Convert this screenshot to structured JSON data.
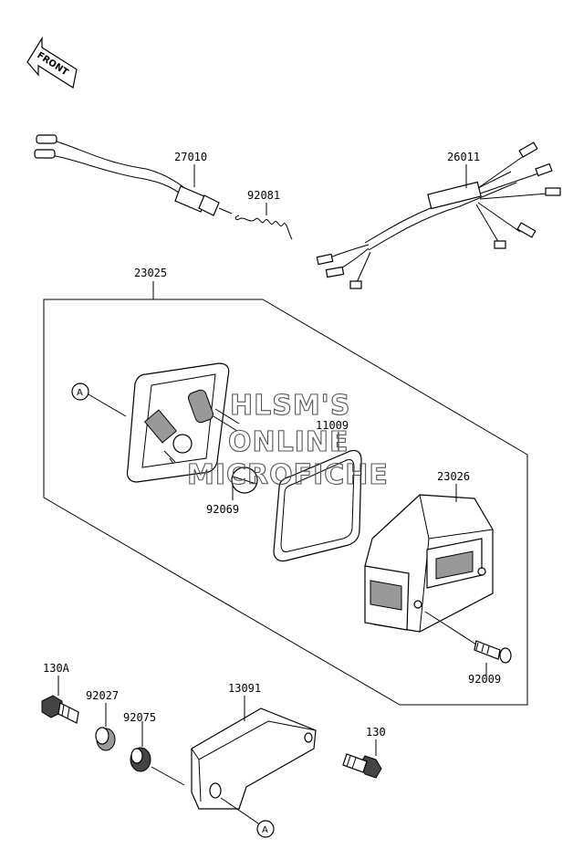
{
  "front_arrow": {
    "label": "FRONT"
  },
  "parts": [
    {
      "id": "p27010",
      "number": "27010"
    },
    {
      "id": "p92081",
      "number": "92081"
    },
    {
      "id": "p26011",
      "number": "26011"
    },
    {
      "id": "p23025",
      "number": "23025"
    },
    {
      "id": "p11009",
      "number": "11009"
    },
    {
      "id": "p92069",
      "number": "92069"
    },
    {
      "id": "p23026",
      "number": "23026"
    },
    {
      "id": "p92009",
      "number": "92009"
    },
    {
      "id": "p130A",
      "number": "130A"
    },
    {
      "id": "p92027",
      "number": "92027"
    },
    {
      "id": "p92075",
      "number": "92075"
    },
    {
      "id": "p13091",
      "number": "13091"
    },
    {
      "id": "p130",
      "number": "130"
    }
  ],
  "callouts": [
    {
      "id": "upper",
      "letter": "A"
    },
    {
      "id": "lower",
      "letter": "A"
    }
  ],
  "watermark": {
    "lines": [
      "HLSM'S",
      "ONLINE",
      "MICROFICHE"
    ]
  },
  "colors": {
    "line": "#000000",
    "background": "#ffffff",
    "watermark": "#555555"
  }
}
